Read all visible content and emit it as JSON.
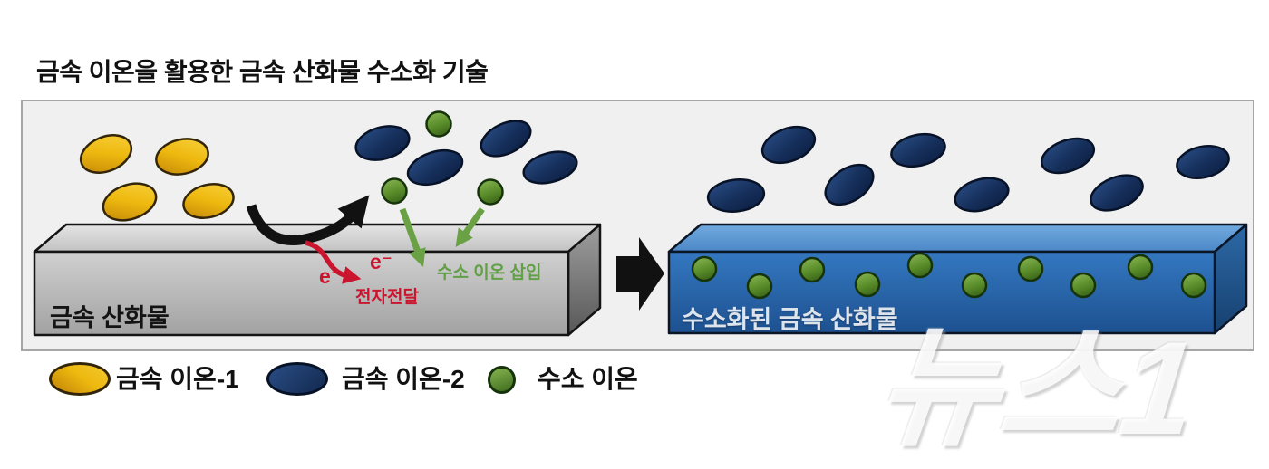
{
  "title": "금속 이온을 활용한 금속 산화물 수소화 기술",
  "boxes": {
    "metal_oxide": {
      "label": "금속 산화물"
    },
    "hydrogenated": {
      "label": "수소화된 금속 산화물"
    }
  },
  "annotations": {
    "electron_symbol_1": "e⁻",
    "electron_symbol_2": "e⁻",
    "electron_transfer": "전자전달",
    "hydrogen_insertion": "수소 이온 삽입"
  },
  "legend": [
    {
      "symbol": "metal-ion-1",
      "label": "금속 이온-1"
    },
    {
      "symbol": "metal-ion-2",
      "label": "금속 이온-2"
    },
    {
      "symbol": "hydrogen-ion",
      "label": "수소 이온"
    }
  ],
  "watermark": "뉴스1",
  "colors": {
    "panel_bg": "#f0f0f0",
    "panel_border": "#a6a6a6",
    "metal_ion_1_fill": "#eeb90f",
    "metal_ion_1_shade": "#bf8108",
    "metal_ion_1_border": "#33250a",
    "metal_ion_2_fill": "#16305c",
    "metal_ion_2_highlight": "#2a4d85",
    "metal_ion_2_border": "#071227",
    "hydrogen_ion_fill": "#578a28",
    "hydrogen_ion_highlight": "#86b551",
    "hydrogen_ion_border": "#16330b",
    "gray_box_front": "#bcbcbc",
    "blue_box_front": "#2a68ab",
    "black_arrow": "#111111",
    "red_accent": "#c9152d",
    "green_accent": "#61a046",
    "blue_label_text": "#dde4ec"
  },
  "diagram": {
    "metal_ion_1_positions": [
      [
        117,
        170,
        29,
        19,
        -22
      ],
      [
        201,
        173,
        29,
        19,
        -12
      ],
      [
        143,
        223,
        30,
        19,
        -18
      ],
      [
        230,
        222,
        28,
        18,
        -14
      ]
    ],
    "metal_ion_2_middle_positions": [
      [
        422,
        158,
        30,
        17.5,
        -15
      ],
      [
        480,
        185,
        31,
        17,
        -18
      ],
      [
        558,
        153,
        29,
        16.5,
        -25
      ],
      [
        607,
        185,
        30,
        16,
        -15
      ]
    ],
    "metal_ion_2_right_positions": [
      [
        812,
        216,
        31,
        17.5,
        -6
      ],
      [
        870,
        160,
        30,
        18,
        -20
      ],
      [
        937,
        204,
        29,
        18,
        -33
      ],
      [
        1013,
        166,
        30,
        17,
        -12
      ],
      [
        1083,
        215,
        30,
        17,
        -15
      ],
      [
        1178,
        172,
        30,
        17,
        -20
      ],
      [
        1232,
        213,
        30,
        17,
        -22
      ],
      [
        1327,
        179,
        29,
        17,
        -12
      ]
    ],
    "hydrogen_ion_free_positions": [
      [
        484,
        137,
        13.5
      ],
      [
        435,
        211,
        13.5
      ],
      [
        541,
        212,
        13.5
      ]
    ],
    "hydrogen_ion_embedded_positions": [
      [
        777,
        297,
        13
      ],
      [
        838,
        316,
        13
      ],
      [
        896,
        298,
        13
      ],
      [
        957,
        314,
        13
      ],
      [
        1015,
        293,
        13
      ],
      [
        1075,
        315,
        13
      ],
      [
        1137,
        297,
        13
      ],
      [
        1195,
        315,
        13
      ],
      [
        1258,
        295,
        13
      ],
      [
        1317,
        315,
        13
      ]
    ]
  }
}
